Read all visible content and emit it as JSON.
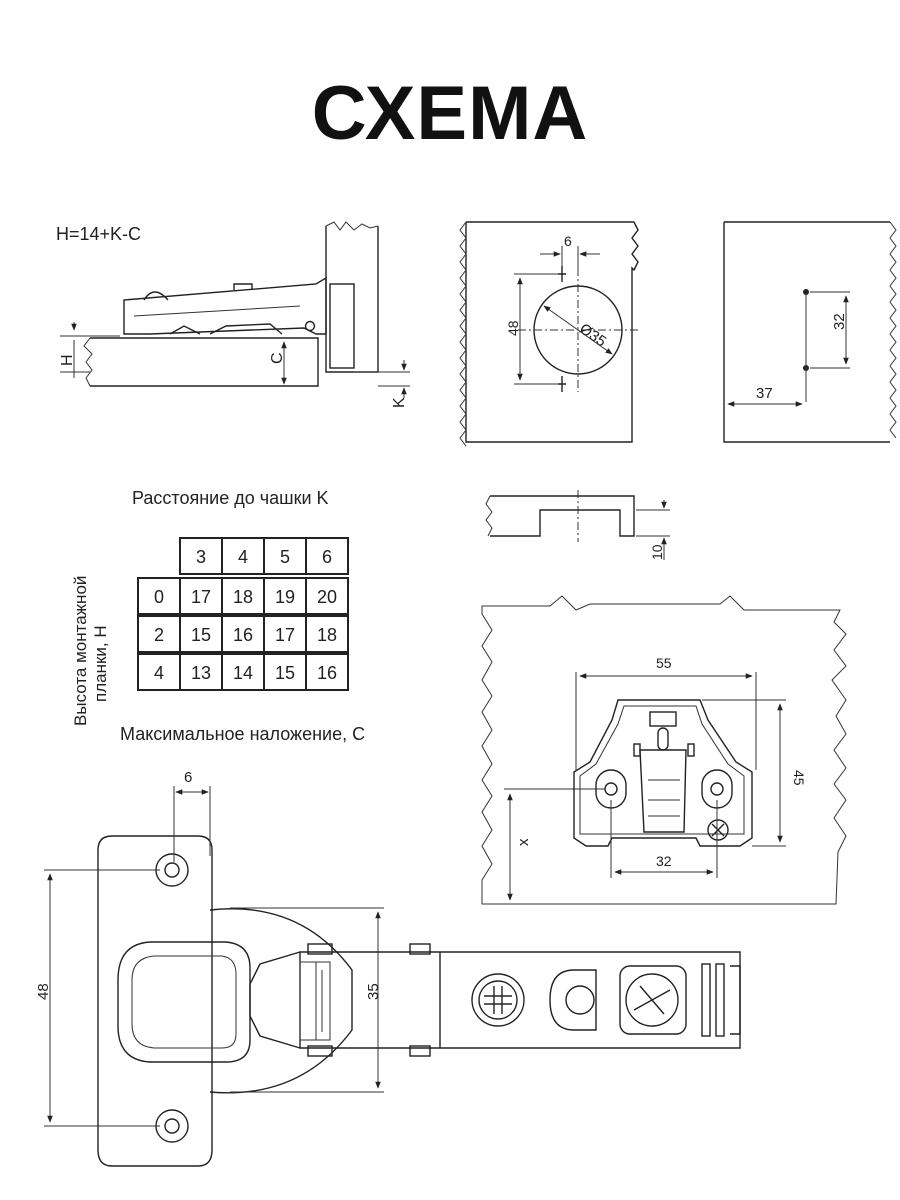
{
  "title": "СХЕМА",
  "side_view": {
    "formula": "H=14+K-C",
    "label_h": "H",
    "label_c": "C",
    "label_k": "K"
  },
  "cup_drilling": {
    "offset": "6",
    "height": "48",
    "diameter": "Ø35"
  },
  "plate_drilling": {
    "spacing": "32",
    "edge": "37"
  },
  "plate_section": {
    "height": "10"
  },
  "table": {
    "title": "Расстояние до чашки K",
    "row_label_line1": "Высота монтажной",
    "row_label_line2": "планки, H",
    "footer": "Максимальное наложение, C",
    "columns": [
      "3",
      "4",
      "5",
      "6"
    ],
    "rows": [
      {
        "h": "0",
        "values": [
          "17",
          "18",
          "19",
          "20"
        ]
      },
      {
        "h": "2",
        "values": [
          "15",
          "16",
          "17",
          "18"
        ]
      },
      {
        "h": "4",
        "values": [
          "13",
          "14",
          "15",
          "16"
        ]
      }
    ]
  },
  "mount_plate": {
    "width": "55",
    "height": "45",
    "hole_spacing": "32",
    "x_label": "x"
  },
  "hinge_top": {
    "offset": "6",
    "screw_spacing": "48",
    "cup": "35"
  }
}
